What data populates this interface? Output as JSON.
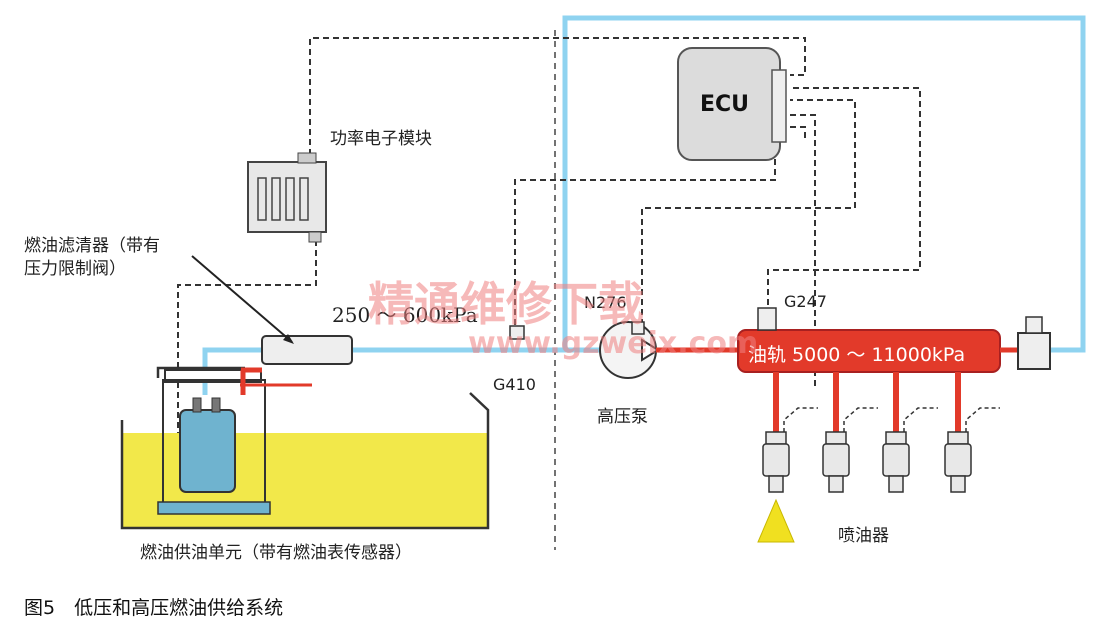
{
  "labels": {
    "power_module": "功率电子模块",
    "filter_line1": "燃油滤清器（带有",
    "filter_line2": "压力限制阀）",
    "low_pressure": "250 ～ 600kPa",
    "n276": "N276",
    "g247": "G247",
    "g410": "G410",
    "high_pressure_pump": "高压泵",
    "rail": "油轨 5000 ～ 11000kPa",
    "injectors": "喷油器",
    "supply_unit": "燃油供油单元（带有燃油表传感器）",
    "ecu": "ECU"
  },
  "watermark": {
    "line1": "精通维修下载",
    "line2": "www.gzweix.com"
  },
  "caption": "图5　低压和高压燃油供给系统",
  "colors": {
    "low_pressure_line": "#8fd3f0",
    "high_pressure_line": "#e23a2a",
    "fuel": "#f2e84a",
    "signal_line": "#333333",
    "spray": "#f0e020"
  }
}
